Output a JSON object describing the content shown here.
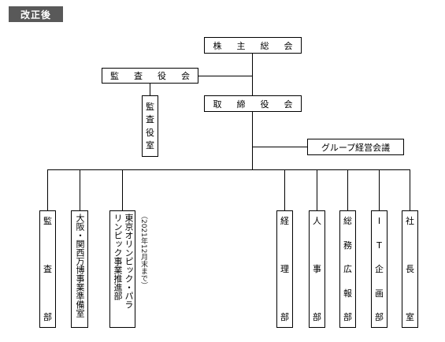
{
  "badge": "改正後",
  "top_boxes": {
    "shareholders": "株主総会",
    "auditors": "監査役会",
    "auditors_office": "監査役室",
    "board": "取締役会",
    "group_meeting": "グループ経営会議"
  },
  "departments": {
    "audit": "監査部",
    "osaka_expo": {
      "col1": "大阪・関西万博事業準備室"
    },
    "olympics": {
      "col1": "東京オリンピック・パラ",
      "col2": "リンピック事業推進部",
      "note": "（2021年12月末まで）"
    },
    "accounting": "経理部",
    "hr": "人事部",
    "general_affairs": "総務広報部",
    "it": "IT企画部",
    "president_office": "社長室"
  }
}
